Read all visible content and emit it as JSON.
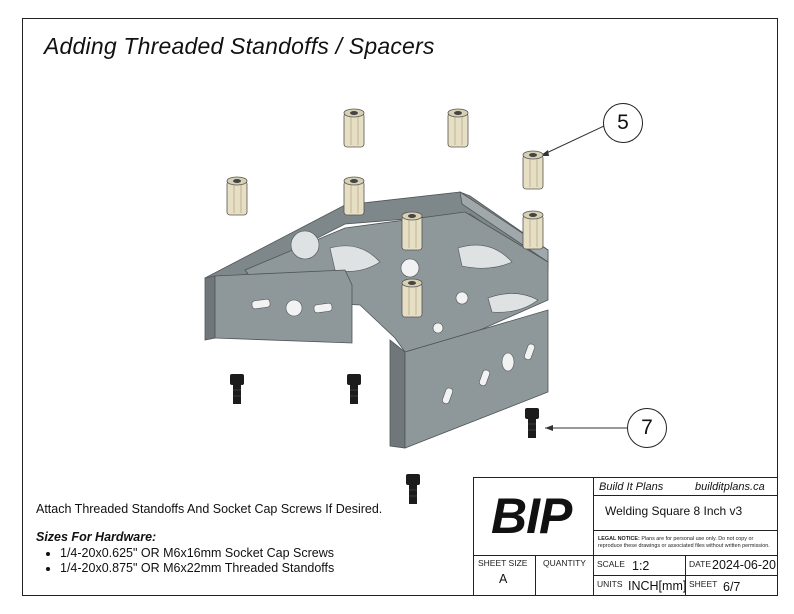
{
  "title": "Adding Threaded Standoffs / Spacers",
  "callouts": {
    "standoff": "5",
    "screw": "7"
  },
  "notes": {
    "attach": "Attach Threaded Standoffs And Socket Cap Screws If Desired.",
    "hardware_heading": "Sizes For Hardware:",
    "hardware_items": [
      "1/4-20x0.625\" OR M6x16mm Socket Cap Screws",
      "1/4-20x0.875\" OR M6x22mm Threaded Standoffs"
    ]
  },
  "title_block": {
    "logo": "BIP",
    "company": "Build It Plans",
    "website": "builditplans.ca",
    "part_name": "Welding Square 8 Inch v3",
    "legal_label": "LEGAL NOTICE:",
    "legal_text": "Plans are for personal use only. Do not copy or reproduce these drawings or associated files without written permission.",
    "sheet_size_label": "SHEET SIZE",
    "sheet_size": "A",
    "quantity_label": "QUANTITY",
    "quantity": "",
    "scale_label": "SCALE",
    "scale": "1:2",
    "date_label": "DATE",
    "date": "2024-06-20",
    "units_label": "UNITS",
    "units": "INCH[mm]",
    "sheet_label": "SHEET",
    "sheet": "6/7"
  },
  "colors": {
    "plate": "#8c9598",
    "plate_dark": "#6d7578",
    "plate_light": "#a3abad",
    "standoff": "#e6dfc4",
    "screw": "#1c1c1c"
  }
}
